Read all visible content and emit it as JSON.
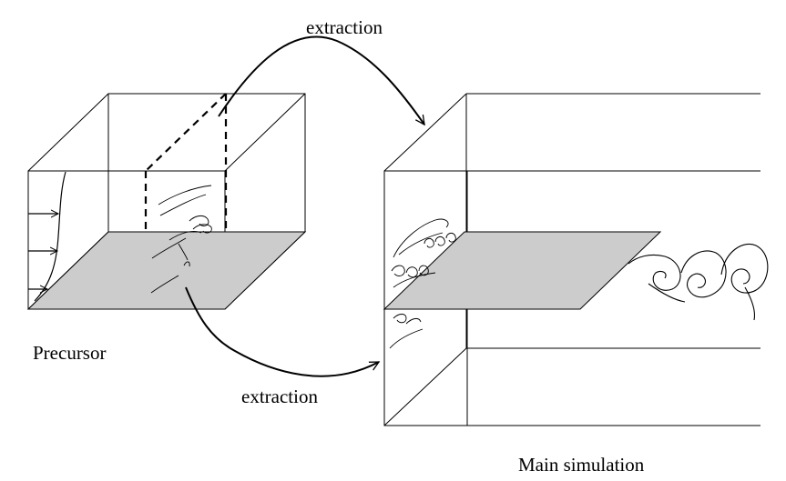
{
  "labels": {
    "extraction_top": "extraction",
    "extraction_bottom": "extraction",
    "precursor": "Precursor",
    "main_simulation": "Main simulation"
  },
  "colors": {
    "line": "#000000",
    "plane_fill": "#cccccc"
  }
}
